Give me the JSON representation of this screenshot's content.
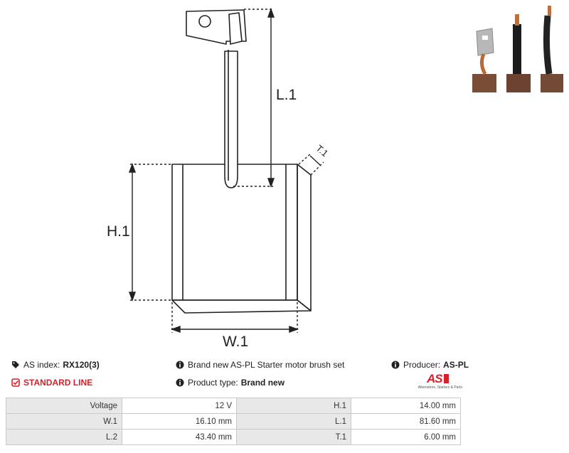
{
  "drawing": {
    "dim_l1": "L.1",
    "dim_h1": "H.1",
    "dim_w1": "W.1",
    "dim_t1": "T.1"
  },
  "info": {
    "as_index_label": "AS index:",
    "as_index_value": "RX120(3)",
    "line_label": "STANDARD LINE",
    "description": "Brand new AS-PL Starter motor brush set",
    "product_type_label": "Product type:",
    "product_type_value": "Brand new",
    "producer_label": "Producer:",
    "producer_value": "AS-PL"
  },
  "logo": {
    "mark": "AS",
    "tagline": "Alternators, Starters & Parts"
  },
  "specs": [
    {
      "k1": "Voltage",
      "v1": "12 V",
      "k2": "H.1",
      "v2": "14.00 mm"
    },
    {
      "k1": "W.1",
      "v1": "16.10 mm",
      "k2": "L.1",
      "v2": "81.60 mm"
    },
    {
      "k1": "L.2",
      "v1": "43.40 mm",
      "k2": "T.1",
      "v2": "6.00 mm"
    }
  ],
  "colors": {
    "accent_red": "#d6202a",
    "table_key_bg": "#e8e8e8",
    "table_border": "#c9c9c9"
  }
}
